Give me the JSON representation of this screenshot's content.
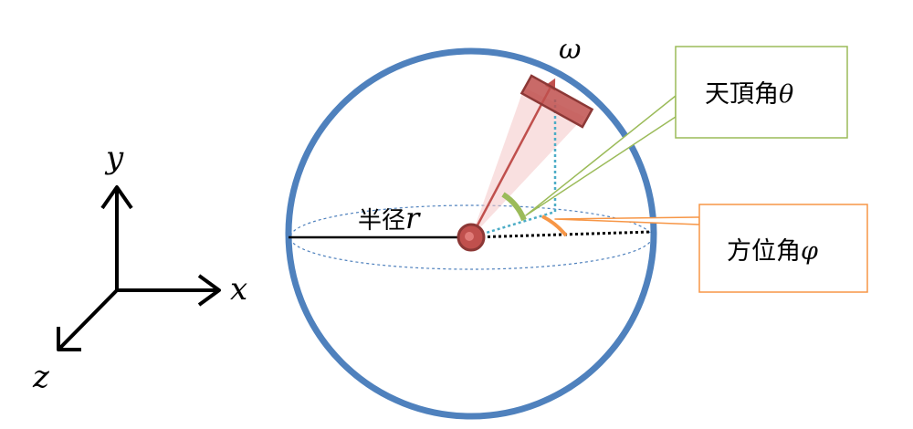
{
  "axes": {
    "x_label": "x",
    "y_label": "y",
    "z_label": "z"
  },
  "sphere": {
    "radius_label": "半径",
    "radius_symbol": "r",
    "direction_symbol": "ω"
  },
  "callouts": {
    "zenith_text": "天頂角",
    "zenith_symbol": "θ",
    "azimuth_text": "方位角",
    "azimuth_symbol": "φ"
  },
  "colors": {
    "sphere": "#4f81bd",
    "arrow": "#c0504d",
    "zenith_accent": "#9bbb59",
    "azimuth_accent": "#f79646",
    "projection": "#4bacc6"
  }
}
